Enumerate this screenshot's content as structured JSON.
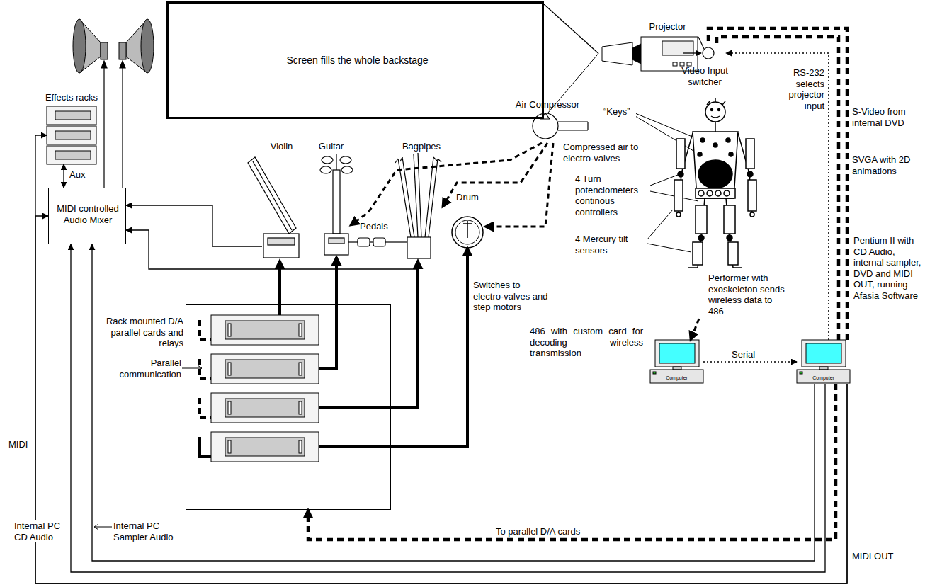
{
  "diagram": {
    "nodes": [
      {
        "text": [
          "Screen fills the whole backstage"
        ]
      },
      {
        "text": [
          "Projector"
        ]
      },
      {
        "text": [
          "Video Input switcher"
        ]
      },
      {
        "text": [
          "Effects racks"
        ]
      },
      {
        "text": [
          "MIDI controlled Audio Mixer"
        ]
      },
      {
        "text": [
          "Violin"
        ]
      },
      {
        "text": [
          "Guitar"
        ]
      },
      {
        "text": [
          "Bagpipes"
        ]
      },
      {
        "text": [
          "Drum"
        ]
      },
      {
        "text": [
          "Air Compressor"
        ]
      },
      {
        "text": [
          "Rack mounted D/A parallel cards and relays"
        ]
      },
      {
        "text": [
          "Performer with exoskeleton sends wireless data to 486"
        ]
      },
      {
        "text": [
          "486 with custom card for decoding wireless transmission",
          "Computer"
        ]
      },
      {
        "text": [
          "Pentium II with CD Audio, internal sampler, DVD and MIDI OUT, running Afasia Software",
          "Computer"
        ]
      }
    ],
    "edges": [
      {
        "from": 1,
        "to": 0,
        "arrow": "none"
      },
      {
        "from": 2,
        "to": 1,
        "arrow": "to"
      },
      {
        "from": 13,
        "to": 2,
        "label": "RS-232 selects projector input",
        "arrow": "to"
      },
      {
        "from": 13,
        "to": 2,
        "label": "S-Video from internal DVD",
        "arrow": "none"
      },
      {
        "from": 13,
        "to": 2,
        "label": "SVGA with 2D animations",
        "arrow": "none"
      },
      {
        "from": 11,
        "to": 12,
        "arrow": "to"
      },
      {
        "from": 12,
        "to": 13,
        "label": "Serial",
        "arrow": "to"
      },
      {
        "from": 9,
        "to": 6,
        "arrow": "to"
      },
      {
        "from": 9,
        "to": 7,
        "arrow": "to"
      },
      {
        "from": 9,
        "to": 8,
        "arrow": "to"
      },
      {
        "from": 5,
        "to": 4,
        "arrow": "to"
      },
      {
        "from": 7,
        "to": 4,
        "arrow": "to"
      },
      {
        "from": 3,
        "to": 4,
        "label": "Aux",
        "arrow": "both"
      },
      {
        "from": 10,
        "to": 5,
        "arrow": "to"
      },
      {
        "from": 10,
        "to": 6,
        "arrow": "to"
      },
      {
        "from": 10,
        "to": 7,
        "arrow": "to"
      },
      {
        "from": 10,
        "to": 8,
        "arrow": "to"
      },
      {
        "from": 13,
        "to": 10,
        "label": "To parallel D/A cards",
        "arrow": "to"
      },
      {
        "from": 13,
        "to": 4,
        "arrow": "to"
      },
      {
        "from": 13,
        "to": 3,
        "arrow": "to"
      },
      {
        "from": 13,
        "to": 4,
        "arrow": "to"
      },
      {
        "from": 13,
        "to": 4,
        "arrow": "to"
      }
    ],
    "labels": [
      "“Keys”",
      "4 Turn potenciometers continous controllers",
      "4 Mercury tilt sensors",
      "Compressed air to electro-valves",
      "Pedals",
      "Parallel communication",
      "Switches to electro-valves and step motors",
      "MIDI",
      "Internal PC CD Audio",
      "Internal PC Sampler Audio",
      "MIDI OUT"
    ]
  }
}
